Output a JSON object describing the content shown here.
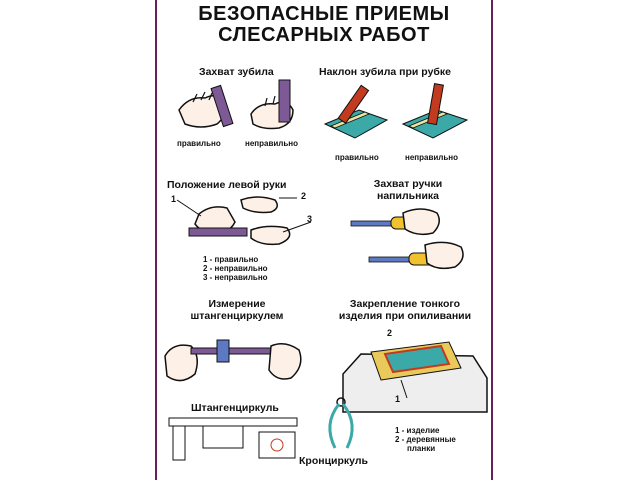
{
  "title": {
    "line1": "БЕЗОПАСНЫЕ ПРИЕМЫ",
    "line2": "СЛЕСАРНЫХ РАБОТ"
  },
  "sections": {
    "chisel_grip": {
      "heading": "Захват зубила",
      "correct": "правильно",
      "incorrect": "неправильно"
    },
    "chisel_tilt": {
      "heading": "Наклон зубила при рубке",
      "correct": "правильно",
      "incorrect": "неправильно"
    },
    "left_hand": {
      "heading": "Положение левой руки",
      "markers": [
        "1",
        "2",
        "3"
      ],
      "legend": [
        "1 - правильно",
        "2 - неправильно",
        "3 - неправильно"
      ]
    },
    "file_handle": {
      "heading_line1": "Захват ручки",
      "heading_line2": "напильника"
    },
    "caliper_measure": {
      "heading_line1": "Измерение",
      "heading_line2": "штангенциркулем"
    },
    "thin_part": {
      "heading_line1": "Закрепление тонкого",
      "heading_line2": "изделия при опиливании",
      "markers": [
        "2",
        "1"
      ],
      "legend": [
        "1 - изделие",
        "2 - деревянные",
        "планки"
      ]
    },
    "caliper": {
      "label": "Штангенциркуль"
    },
    "outside_caliper": {
      "label": "Кронциркуль"
    }
  },
  "colors": {
    "frame": "#6b1f5a",
    "skin": "#fdf0e6",
    "steel": "#7d5a96",
    "chisel_red": "#c23b1f",
    "handle_yellow": "#f2c12e",
    "vise_teal": "#3aa9a8",
    "file_blue": "#5d79c4"
  },
  "icons": [
    "hand-illustration",
    "chisel-icon",
    "vise-icon",
    "file-icon",
    "caliper-icon",
    "outside-caliper-icon"
  ]
}
